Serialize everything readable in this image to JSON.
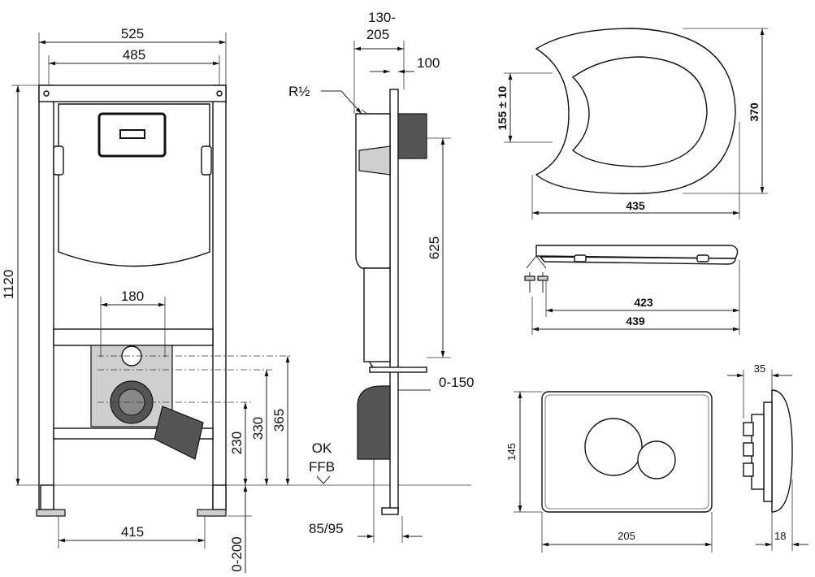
{
  "front_view": {
    "width_outer": "525",
    "width_inner": "485",
    "height": "1120",
    "drain_spacing": "180",
    "foot_spacing": "415",
    "drain_height_1": "230",
    "drain_height_2": "330",
    "drain_height_3": "365",
    "foot_adjust": "0-200",
    "floor_label_1": "OK",
    "floor_label_2": "FFB"
  },
  "side_view": {
    "depth_range_1": "130-",
    "depth_range_2": "205",
    "depth_100": "100",
    "thread": "R½",
    "height_625": "625",
    "offset": "0-150",
    "base_depth": "85/95"
  },
  "seat": {
    "hinge_offset": "155 ± 10",
    "length": "370",
    "width": "435",
    "side_len_1": "423",
    "side_len_2": "439"
  },
  "flush_plate": {
    "height": "145",
    "width": "205",
    "depth": "35",
    "thickness": "18"
  }
}
